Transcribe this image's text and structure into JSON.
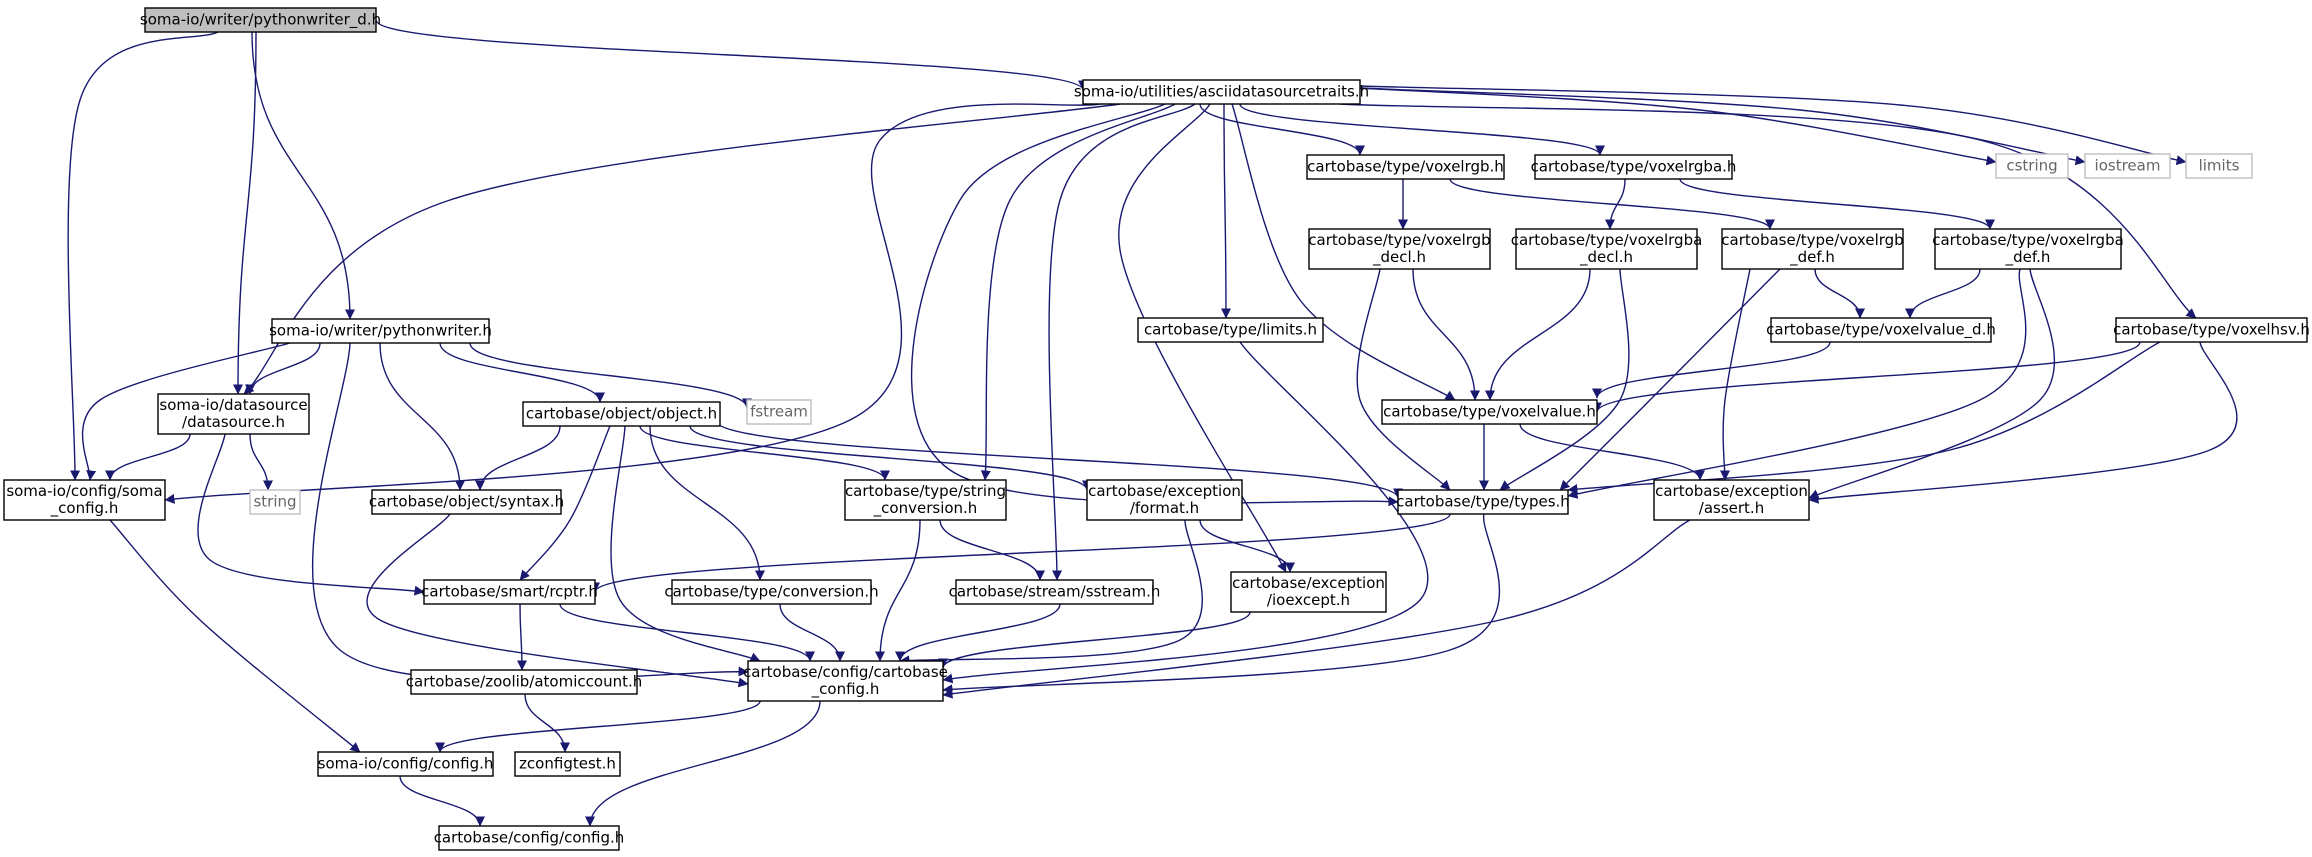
{
  "graph": {
    "colors": {
      "edge": "#191970",
      "node_border": "#000000",
      "node_fill": "#ffffff",
      "root_fill": "#bfbfbf",
      "external_border": "#bfbfbf",
      "external_text": "#666666"
    },
    "nodes": {
      "n0": {
        "lines": [
          "soma-io/writer/pythonwriter_d.h"
        ],
        "kind": "root"
      },
      "n1": {
        "lines": [
          "soma-io/utilities/asciidatasourcetraits.h"
        ],
        "kind": "normal"
      },
      "n2": {
        "lines": [
          "cstring"
        ],
        "kind": "external"
      },
      "n3": {
        "lines": [
          "iostream"
        ],
        "kind": "external"
      },
      "n4": {
        "lines": [
          "limits"
        ],
        "kind": "external"
      },
      "n5": {
        "lines": [
          "cartobase/type/voxelrgb.h"
        ],
        "kind": "normal"
      },
      "n6": {
        "lines": [
          "cartobase/type/voxelrgba.h"
        ],
        "kind": "normal"
      },
      "n7": {
        "lines": [
          "cartobase/type/voxelrgb",
          "_decl.h"
        ],
        "kind": "normal"
      },
      "n8": {
        "lines": [
          "cartobase/type/voxelrgba",
          "_decl.h"
        ],
        "kind": "normal"
      },
      "n9": {
        "lines": [
          "cartobase/type/voxelrgb",
          "_def.h"
        ],
        "kind": "normal"
      },
      "n10": {
        "lines": [
          "cartobase/type/voxelrgba",
          "_def.h"
        ],
        "kind": "normal"
      },
      "n11": {
        "lines": [
          "soma-io/writer/pythonwriter.h"
        ],
        "kind": "normal"
      },
      "n12": {
        "lines": [
          "cartobase/type/limits.h"
        ],
        "kind": "normal"
      },
      "n13": {
        "lines": [
          "cartobase/type/voxelvalue_d.h"
        ],
        "kind": "normal"
      },
      "n14": {
        "lines": [
          "cartobase/type/voxelhsv.h"
        ],
        "kind": "normal"
      },
      "n15": {
        "lines": [
          "soma-io/datasource",
          "/datasource.h"
        ],
        "kind": "normal"
      },
      "n16": {
        "lines": [
          "cartobase/object/object.h"
        ],
        "kind": "normal"
      },
      "n17": {
        "lines": [
          "fstream"
        ],
        "kind": "external"
      },
      "n18": {
        "lines": [
          "cartobase/type/voxelvalue.h"
        ],
        "kind": "normal"
      },
      "n19": {
        "lines": [
          "soma-io/config/soma",
          "_config.h"
        ],
        "kind": "normal"
      },
      "n20": {
        "lines": [
          "string"
        ],
        "kind": "external"
      },
      "n21": {
        "lines": [
          "cartobase/object/syntax.h"
        ],
        "kind": "normal"
      },
      "n22": {
        "lines": [
          "cartobase/type/string",
          "_conversion.h"
        ],
        "kind": "normal"
      },
      "n23": {
        "lines": [
          "cartobase/exception",
          "/format.h"
        ],
        "kind": "normal"
      },
      "n24": {
        "lines": [
          "cartobase/type/types.h"
        ],
        "kind": "normal"
      },
      "n25": {
        "lines": [
          "cartobase/exception",
          "/assert.h"
        ],
        "kind": "normal"
      },
      "n26": {
        "lines": [
          "cartobase/smart/rcptr.h"
        ],
        "kind": "normal"
      },
      "n27": {
        "lines": [
          "cartobase/type/conversion.h"
        ],
        "kind": "normal"
      },
      "n28": {
        "lines": [
          "cartobase/stream/sstream.h"
        ],
        "kind": "normal"
      },
      "n29": {
        "lines": [
          "cartobase/exception",
          "/ioexcept.h"
        ],
        "kind": "normal"
      },
      "n30": {
        "lines": [
          "cartobase/config/cartobase",
          "_config.h"
        ],
        "kind": "normal"
      },
      "n31": {
        "lines": [
          "cartobase/zoolib/atomiccount.h"
        ],
        "kind": "normal"
      },
      "n32": {
        "lines": [
          "soma-io/config/config.h"
        ],
        "kind": "normal"
      },
      "n33": {
        "lines": [
          "zconfigtest.h"
        ],
        "kind": "normal"
      },
      "n34": {
        "lines": [
          "cartobase/config/config.h"
        ],
        "kind": "normal"
      }
    },
    "edges": [
      [
        "n0",
        "n1"
      ],
      [
        "n0",
        "n11"
      ],
      [
        "n0",
        "n15"
      ],
      [
        "n0",
        "n19"
      ],
      [
        "n1",
        "n2"
      ],
      [
        "n1",
        "n3"
      ],
      [
        "n1",
        "n4"
      ],
      [
        "n1",
        "n5"
      ],
      [
        "n1",
        "n6"
      ],
      [
        "n1",
        "n12"
      ],
      [
        "n1",
        "n14"
      ],
      [
        "n1",
        "n15"
      ],
      [
        "n1",
        "n18"
      ],
      [
        "n1",
        "n19"
      ],
      [
        "n1",
        "n22"
      ],
      [
        "n1",
        "n24"
      ],
      [
        "n1",
        "n28"
      ],
      [
        "n1",
        "n29"
      ],
      [
        "n5",
        "n7"
      ],
      [
        "n5",
        "n9"
      ],
      [
        "n6",
        "n8"
      ],
      [
        "n6",
        "n10"
      ],
      [
        "n7",
        "n18"
      ],
      [
        "n7",
        "n24"
      ],
      [
        "n8",
        "n18"
      ],
      [
        "n8",
        "n24"
      ],
      [
        "n9",
        "n13"
      ],
      [
        "n9",
        "n24"
      ],
      [
        "n9",
        "n25"
      ],
      [
        "n10",
        "n13"
      ],
      [
        "n10",
        "n24"
      ],
      [
        "n10",
        "n25"
      ],
      [
        "n13",
        "n18"
      ],
      [
        "n14",
        "n18"
      ],
      [
        "n14",
        "n24"
      ],
      [
        "n14",
        "n25"
      ],
      [
        "n18",
        "n24"
      ],
      [
        "n18",
        "n25"
      ],
      [
        "n11",
        "n15"
      ],
      [
        "n11",
        "n16"
      ],
      [
        "n11",
        "n17"
      ],
      [
        "n11",
        "n19"
      ],
      [
        "n11",
        "n21"
      ],
      [
        "n11",
        "n30"
      ],
      [
        "n15",
        "n19"
      ],
      [
        "n15",
        "n20"
      ],
      [
        "n15",
        "n26"
      ],
      [
        "n16",
        "n21"
      ],
      [
        "n16",
        "n22"
      ],
      [
        "n16",
        "n23"
      ],
      [
        "n16",
        "n24"
      ],
      [
        "n16",
        "n26"
      ],
      [
        "n16",
        "n27"
      ],
      [
        "n16",
        "n30"
      ],
      [
        "n12",
        "n30"
      ],
      [
        "n19",
        "n32"
      ],
      [
        "n21",
        "n30"
      ],
      [
        "n22",
        "n28"
      ],
      [
        "n22",
        "n30"
      ],
      [
        "n23",
        "n29"
      ],
      [
        "n23",
        "n30"
      ],
      [
        "n24",
        "n26"
      ],
      [
        "n24",
        "n30"
      ],
      [
        "n25",
        "n30"
      ],
      [
        "n26",
        "n30"
      ],
      [
        "n26",
        "n31"
      ],
      [
        "n27",
        "n30"
      ],
      [
        "n28",
        "n30"
      ],
      [
        "n29",
        "n30"
      ],
      [
        "n30",
        "n32"
      ],
      [
        "n30",
        "n34"
      ],
      [
        "n31",
        "n33"
      ],
      [
        "n32",
        "n34"
      ]
    ]
  }
}
